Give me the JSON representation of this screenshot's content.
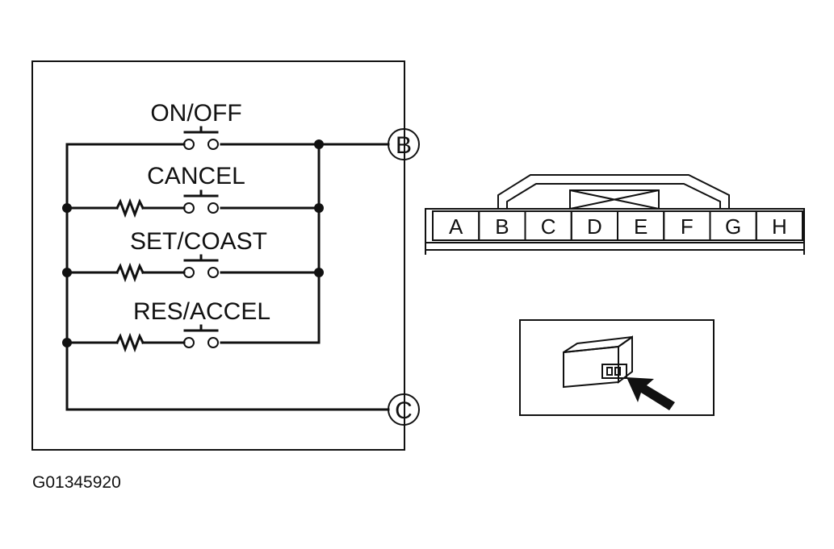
{
  "switches": [
    {
      "label": "ON/OFF",
      "resistor": false
    },
    {
      "label": "CANCEL",
      "resistor": true
    },
    {
      "label": "SET/COAST",
      "resistor": true
    },
    {
      "label": "RES/ACCEL",
      "resistor": true
    }
  ],
  "terminals": {
    "b": "B",
    "c": "C"
  },
  "connector_pins": [
    "A",
    "B",
    "C",
    "D",
    "E",
    "F",
    "G",
    "H"
  ],
  "figure_id": "G01345920",
  "icons": {
    "resistor": "resistor-icon",
    "switch": "push-switch-icon",
    "arrow": "arrow-icon",
    "connector": "connector-icon"
  }
}
